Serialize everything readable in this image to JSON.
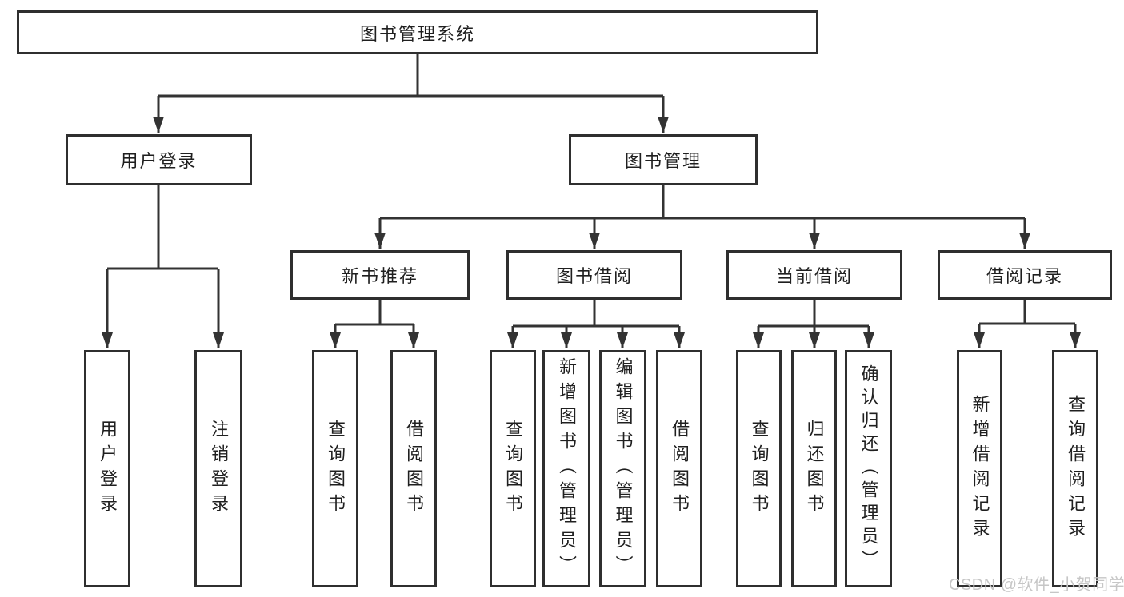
{
  "diagram": {
    "root": "图书管理系统",
    "branches": [
      {
        "label": "用户登录",
        "children": [
          "用户登录",
          "注销登录"
        ]
      },
      {
        "label": "图书管理",
        "groups": [
          {
            "label": "新书推荐",
            "children": [
              "查询图书",
              "借阅图书"
            ]
          },
          {
            "label": "图书借阅",
            "children": [
              "查询图书",
              "新增图书（管理员）",
              "编辑图书（管理员）",
              "借阅图书"
            ]
          },
          {
            "label": "当前借阅",
            "children": [
              "查询图书",
              "归还图书",
              "确认归还（管理员）"
            ]
          },
          {
            "label": "借阅记录",
            "children": [
              "新增借阅记录",
              "查询借阅记录"
            ]
          }
        ]
      }
    ]
  },
  "watermark": "CSDN @软件_小贺同学",
  "colors": {
    "line": "#333333",
    "box_border": "#2f2f2f",
    "text": "#1f1f1f",
    "watermark": "#c6c6c6",
    "background": "#ffffff"
  }
}
